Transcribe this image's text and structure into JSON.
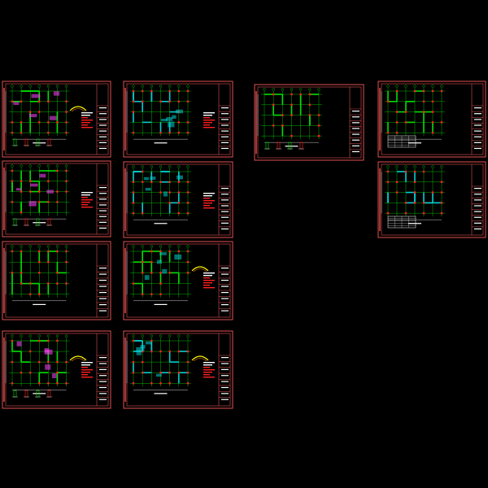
{
  "title": "",
  "colors": {
    "background": "#000000",
    "frame": "#e05050",
    "grid": "#00e000",
    "wall": "#00d0d0",
    "column": "#ff2020",
    "dimension": "#ffffff",
    "annotation_orange": "#ff8000",
    "annotation_yellow": "#ffff00",
    "hatch_magenta": "#ff40ff"
  },
  "sheets": [
    {
      "id": "sheet-1",
      "kind": "plan-with-details",
      "plan_color": "grid",
      "has_red_notes": true,
      "has_arch": true
    },
    {
      "id": "sheet-2",
      "kind": "plan-cyan",
      "plan_color": "wall",
      "has_red_notes": true,
      "has_arch": false
    },
    {
      "id": "sheet-3",
      "kind": "column-layout",
      "plan_color": "grid",
      "has_red_notes": false,
      "has_arch": false
    },
    {
      "id": "sheet-4",
      "kind": "plan-with-table",
      "plan_color": "grid",
      "has_red_notes": false,
      "has_arch": false
    },
    {
      "id": "sheet-5",
      "kind": "plan-with-details",
      "plan_color": "grid",
      "has_red_notes": true,
      "has_arch": false
    },
    {
      "id": "sheet-6",
      "kind": "plan-cyan",
      "plan_color": "wall",
      "has_red_notes": true,
      "has_arch": false
    },
    {
      "id": "sheet-7",
      "kind": "plan-with-table",
      "plan_color": "wall",
      "has_red_notes": false,
      "has_arch": false
    },
    {
      "id": "sheet-8",
      "kind": "plan-simple",
      "plan_color": "grid",
      "has_red_notes": false,
      "has_arch": false
    },
    {
      "id": "sheet-9",
      "kind": "plan-cyan",
      "plan_color": "grid",
      "has_red_notes": true,
      "has_arch": true
    },
    {
      "id": "sheet-10",
      "kind": "plan-with-details",
      "plan_color": "grid",
      "has_red_notes": true,
      "has_arch": true
    },
    {
      "id": "sheet-11",
      "kind": "plan-cyan",
      "plan_color": "wall",
      "has_red_notes": true,
      "has_arch": true
    }
  ]
}
